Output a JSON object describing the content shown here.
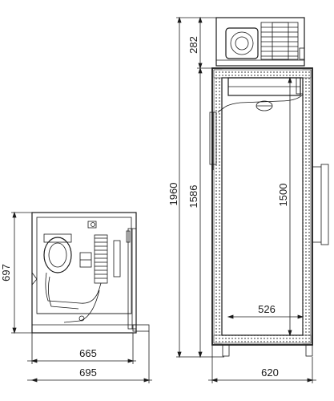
{
  "side_view": {
    "dims": {
      "height": "697",
      "inner_depth": "665",
      "overall_depth": "695"
    }
  },
  "front_view": {
    "dims": {
      "total_height": "1960",
      "body_height": "1586",
      "inner_height": "1500",
      "unit_height": "282",
      "inner_width": "526",
      "overall_width": "620"
    }
  }
}
